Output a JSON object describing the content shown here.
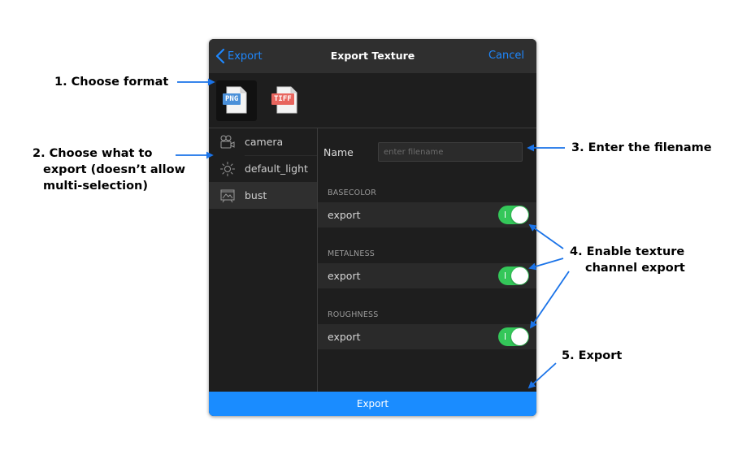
{
  "annotations": {
    "step1": "1. Choose format",
    "step2_line1": "2. Choose what to",
    "step2_line2": "export (doesn’t allow",
    "step2_line3": "multi-selection)",
    "step3": "3. Enter the filename",
    "step4_line1": "4. Enable texture",
    "step4_line2": "channel export",
    "step5": "5. Export"
  },
  "navbar": {
    "back_label": "Export",
    "title": "Export Texture",
    "cancel_label": "Cancel"
  },
  "formats": [
    {
      "label": "PNG",
      "selected": true,
      "color": "#4a90d9"
    },
    {
      "label": "TIFF",
      "selected": false,
      "color": "#e8655e"
    }
  ],
  "sidebar": {
    "items": [
      {
        "label": "camera",
        "icon": "camera-icon",
        "selected": false
      },
      {
        "label": "default_light",
        "icon": "sun-icon",
        "selected": false
      },
      {
        "label": "bust",
        "icon": "image-icon",
        "selected": true
      }
    ]
  },
  "main": {
    "name_label": "Name",
    "name_placeholder": "enter filename",
    "name_value": "",
    "channels": [
      {
        "header": "BASECOLOR",
        "row_label": "export",
        "enabled": true
      },
      {
        "header": "METALNESS",
        "row_label": "export",
        "enabled": true
      },
      {
        "header": "ROUGHNESS",
        "row_label": "export",
        "enabled": true
      }
    ]
  },
  "footer": {
    "export_label": "Export"
  },
  "colors": {
    "accent": "#1a8cff",
    "toggle_on": "#34c759",
    "panel_bg": "#1e1e1e",
    "navbar_bg": "#2f2f2f"
  }
}
